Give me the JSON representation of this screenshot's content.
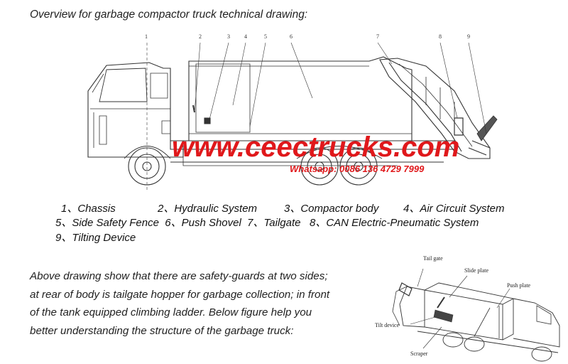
{
  "heading": "Overview for garbage compactor truck technical drawing:",
  "drawing": {
    "callout_numbers": [
      "1",
      "2",
      "3",
      "4",
      "5",
      "6",
      "7",
      "8",
      "9"
    ],
    "watermark_url": "www.ceectrucks.com",
    "watermark_phone": "Whatsapp: 0086 136 4729 7999"
  },
  "legend": {
    "line1": [
      "1、Chassis",
      "2、Hydraulic System",
      "3、Compactor body",
      "4、Air Circuit System"
    ],
    "line2": "5、Side Safety Fence  6、Push Shovel  7、Tailgate   8、CAN Electric-Pneumatic System",
    "line3": "9、Tilting Device"
  },
  "paragraph": [
    "Above drawing show that there are safety-guards at two sides;",
    "at rear of body is tailgate hopper for garbage collection; in front",
    "of the tank equipped climbing ladder. Below figure help you",
    "better understanding the structure of the garbage truck:"
  ],
  "small_figure_labels": {
    "tail_gate": "Tail gate",
    "slide_plate": "Slide plate",
    "push_plate": "Push plate",
    "tilt_device": "Tilt device",
    "scraper": "Scraper"
  },
  "colors": {
    "watermark": "#e0181b",
    "line": "#333333"
  }
}
